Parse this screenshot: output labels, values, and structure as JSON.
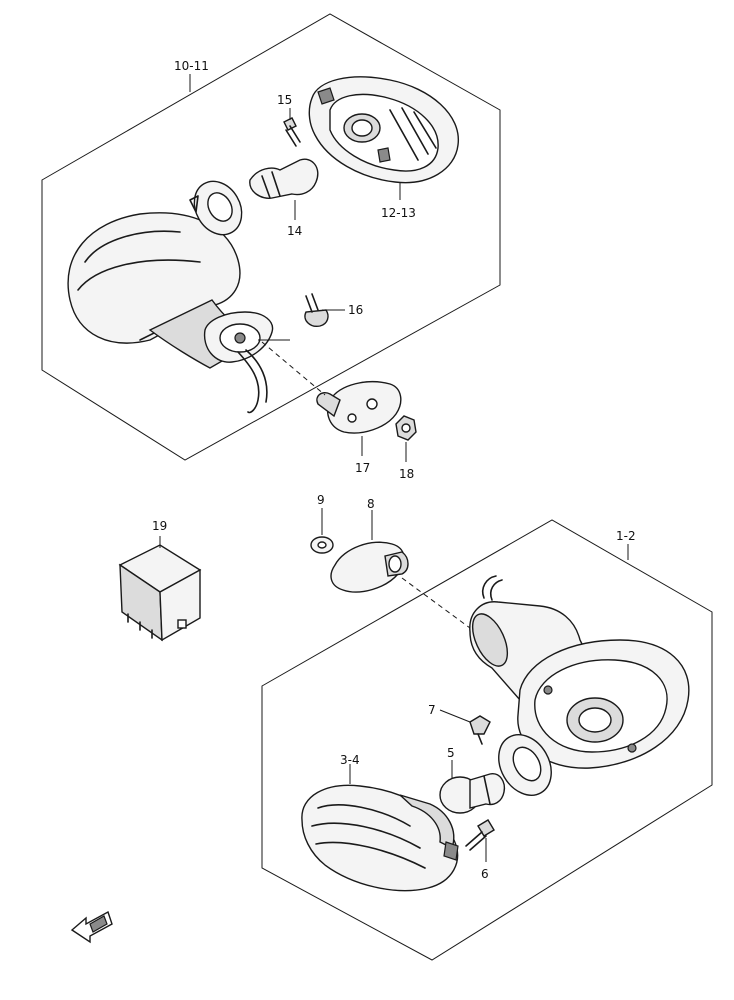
{
  "diagram": {
    "labels": {
      "assy_rear": "10-11",
      "p15": "15",
      "p14": "14",
      "p12_13": "12-13",
      "p16": "16",
      "p17": "17",
      "p18": "18",
      "p9": "9",
      "p8": "8",
      "p19": "19",
      "assy_front": "1-2",
      "p7": "7",
      "p5": "5",
      "p3_4": "3-4",
      "p6": "6",
      "fwd": "FWD"
    },
    "icons": {
      "fwd_arrow": "forward-arrow-icon"
    },
    "colors": {
      "line": "#1a1a1a",
      "background": "#ffffff"
    }
  }
}
